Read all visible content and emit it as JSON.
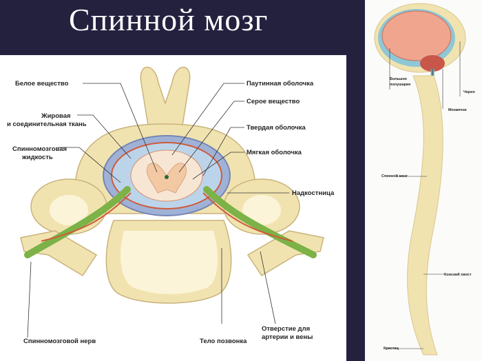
{
  "title": "Спинной мозг",
  "cross_section": {
    "labels": {
      "white_matter": "Белое вещество",
      "fat_tissue_1": "Жировая",
      "fat_tissue_2": "и соединительная ткань",
      "csf_1": "Спинномозговая",
      "csf_2": "жидкость",
      "arachnoid": "Паутинная оболочка",
      "gray_matter": "Серое вещество",
      "dura": "Твердая оболочка",
      "pia": "Мягкая оболочка",
      "periosteum": "Надкостница",
      "spinal_nerve": "Спинномозговой нерв",
      "vertebral_body": "Тело позвонка",
      "foramen_1": "Отверстие для",
      "foramen_2": "артерии и вены"
    }
  },
  "spine_view": {
    "labels": {
      "cerebrum_1": "Большое",
      "cerebrum_2": "полушарие",
      "skull": "Череп",
      "cerebellum": "Мозжечок",
      "spinal_cord": "Спинной мозг",
      "cauda_equina": "Конский хвост",
      "sacrum": "Крестец"
    }
  }
}
